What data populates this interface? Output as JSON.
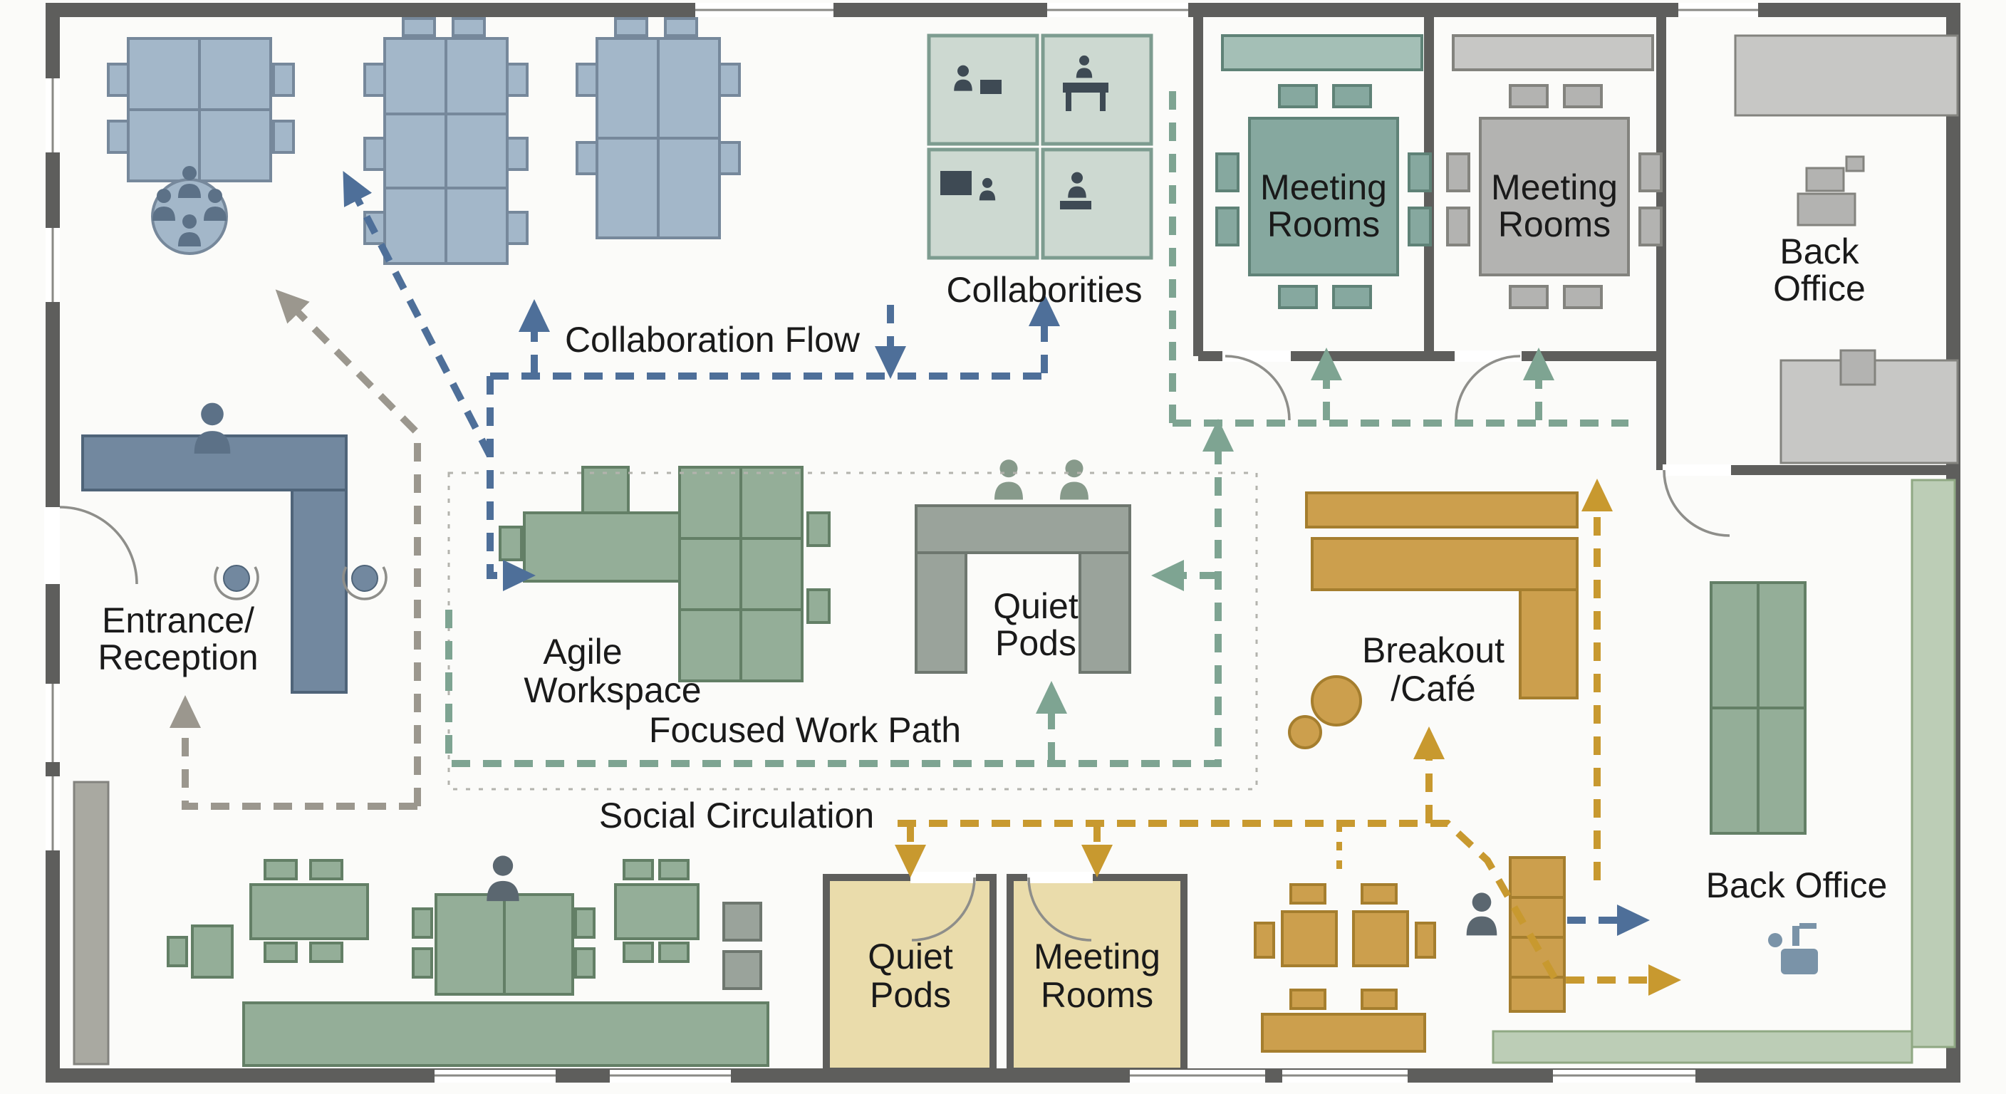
{
  "background": "#fbfbf9",
  "colors": {
    "wall": "#5e5e5c",
    "desk_blue": "#a3b7c9",
    "reception_blue": "#72889f",
    "figure_blue": "#5c7187",
    "desk_green": "#94ae98",
    "quiet_pod_gray": "#9aa39b",
    "figure_green": "#879a8b",
    "collab_cell": "#cdd9d1",
    "collab_icon": "#3e4a54",
    "meeting_teal": "#86a89f",
    "credenza_teal": "#a4bfb6",
    "gray_furniture": "#b3b3b1",
    "gray_light": "#c7c7c5",
    "strip_gray": "#a9a9a1",
    "orange": "#cc9f4d",
    "room_tan": "#eadcab",
    "light_green": "#bccdb6",
    "figure_dark": "#5b6770",
    "sink_blue": "#7a93a8",
    "text": "#1a1a1a"
  },
  "zones": {
    "entrance_reception": {
      "line1": "Entrance/",
      "line2": "Reception"
    },
    "agile_workspace": {
      "line1": "Agile",
      "line2": "Workspace"
    },
    "quiet_pods_center": {
      "line1": "Quiet",
      "line2": "Pods"
    },
    "collaborities": {
      "label": "Collaborities"
    },
    "meeting_rooms_top_left": {
      "line1": "Meeting",
      "line2": "Rooms"
    },
    "meeting_rooms_top_right": {
      "line1": "Meeting",
      "line2": "Rooms"
    },
    "back_office_top": {
      "line1": "Back",
      "line2": "Office"
    },
    "breakout_cafe": {
      "line1": "Breakout",
      "line2": "/Café"
    },
    "quiet_pods_bottom": {
      "line1": "Quiet",
      "line2": "Pods"
    },
    "meeting_rooms_bottom": {
      "line1": "Meeting",
      "line2": "Rooms"
    },
    "back_office_bottom": {
      "label": "Back Office"
    }
  },
  "flows": {
    "collaboration_flow": {
      "label": "Collaboration Flow",
      "color": "#4e6f99"
    },
    "focused_work_path": {
      "label": "Focused Work Path",
      "color": "#7ea492"
    },
    "social_circulation": {
      "label": "Social Circulation",
      "color": "#c8992f"
    },
    "entry_circulation": {
      "color": "#9b978e"
    }
  }
}
